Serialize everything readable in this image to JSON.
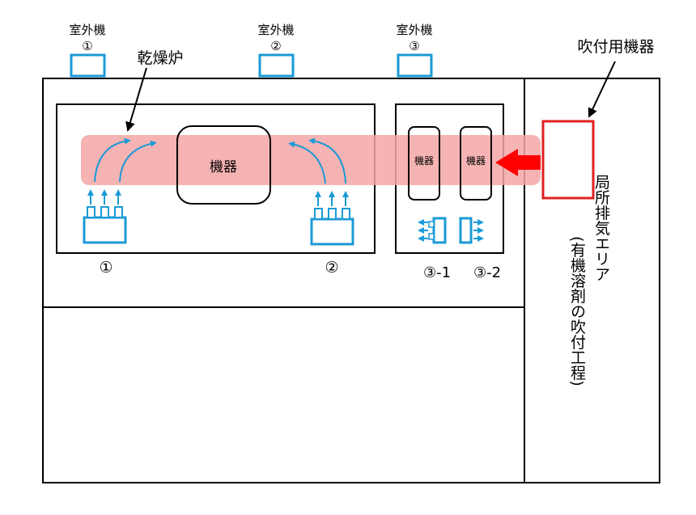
{
  "outdoor_units": [
    {
      "name": "室外機",
      "number": "①"
    },
    {
      "name": "室外機",
      "number": "②"
    },
    {
      "name": "室外機",
      "number": "③"
    }
  ],
  "drying_furnace_label": "乾燥炉",
  "spray_equipment_label": "吹付用機器",
  "equipment_label": "機器",
  "unit_labels": {
    "u1": "①",
    "u2": "②",
    "u3_1": "③-1",
    "u3_2": "③-2"
  },
  "exhaust_area_label": "局所排気エリア",
  "exhaust_area_note": "(有機溶剤の吹付工程)",
  "colors": {
    "outline": "#000000",
    "unit_blue": "#1b9ad6",
    "airflow_band": "#f4a6a6",
    "spray_red": "#e02020"
  }
}
